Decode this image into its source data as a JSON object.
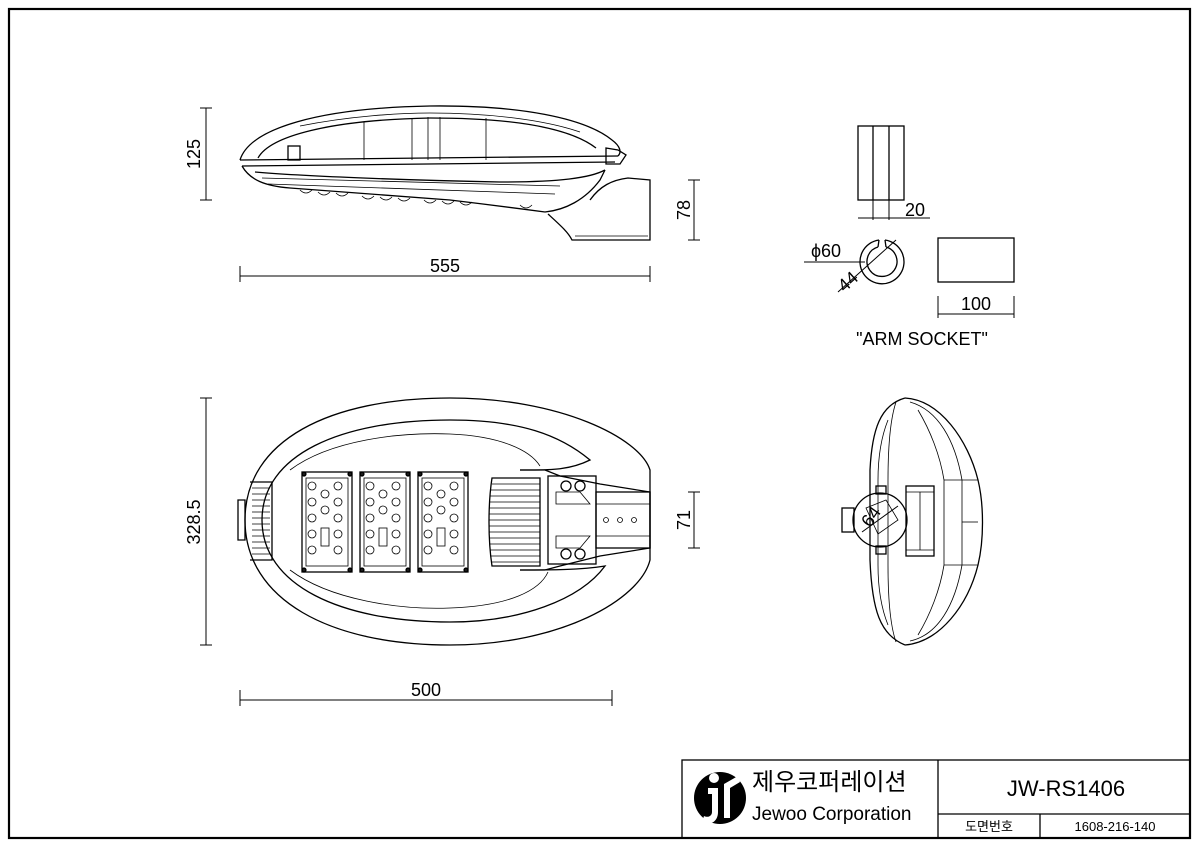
{
  "drawing": {
    "side_view": {
      "height_dim": "125",
      "arm_height_dim": "78",
      "length_dim": "555"
    },
    "arm_socket": {
      "width_dim": "20",
      "diameter_dim": "ϕ60",
      "inner_dim": "44",
      "length_dim": "100",
      "caption": "\"ARM SOCKET\""
    },
    "plan_view": {
      "width_dim": "328.5",
      "arm_width_dim": "71",
      "length_dim": "500"
    },
    "end_view": {
      "socket_dim": "64"
    }
  },
  "title_block": {
    "company_korean": "제우코퍼레이션",
    "company_english": "Jewoo Corporation",
    "model": "JW-RS1406",
    "drawing_no_label": "도면번호",
    "drawing_no": "1608-216-140",
    "logo_letter": "J"
  }
}
